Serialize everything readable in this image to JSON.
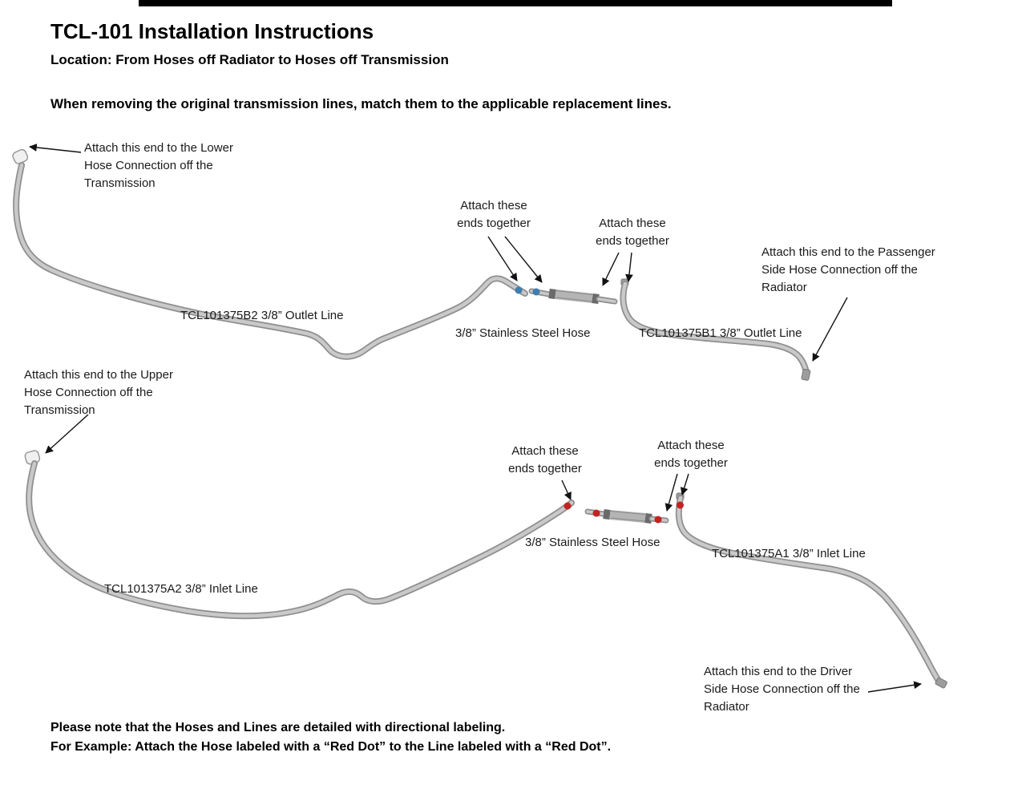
{
  "colors": {
    "top_bar": "#000000",
    "tube_edge": "#8f8f8f",
    "tube_core": "#c9c9c9",
    "hose_braid": "#b4b4b4",
    "red_dot": "#c42222",
    "blue_mark": "#3f7fae"
  },
  "header": {
    "title": "TCL-101 Installation Instructions",
    "location": "Location: From Hoses off Radiator to Hoses off Transmission",
    "intro": "When removing the original transmission lines, match them to the applicable replacement lines."
  },
  "callouts": {
    "lower_transmission": "Attach this end to the Lower\nHose Connection off the\nTransmission",
    "attach_top_left": "Attach these\nends together",
    "attach_top_right": "Attach these\nends together",
    "passenger_radiator": "Attach this end to the Passenger\nSide Hose Connection off the\nRadiator",
    "upper_transmission": "Attach this end to the Upper\nHose Connection off the\nTransmission",
    "attach_bottom_left": "Attach these\nends together",
    "attach_bottom_right": "Attach these\nends together",
    "driver_radiator": "Attach this end to the Driver\nSide Hose Connection off the\nRadiator"
  },
  "parts": {
    "outlet_line_b2": "TCL101375B2 3/8” Outlet Line",
    "hose_top": "3/8” Stainless Steel Hose",
    "outlet_line_b1": "TCL101375B1 3/8” Outlet Line",
    "inlet_line_a2": "TCL101375A2 3/8” Inlet Line",
    "hose_bottom": "3/8” Stainless Steel Hose",
    "inlet_line_a1": "TCL101375A1 3/8” Inlet Line"
  },
  "footer": {
    "note1": "Please note that the Hoses and Lines are detailed with directional labeling.",
    "note2": "For Example: Attach the Hose labeled with a “Red Dot” to the Line labeled with a “Red Dot”."
  }
}
